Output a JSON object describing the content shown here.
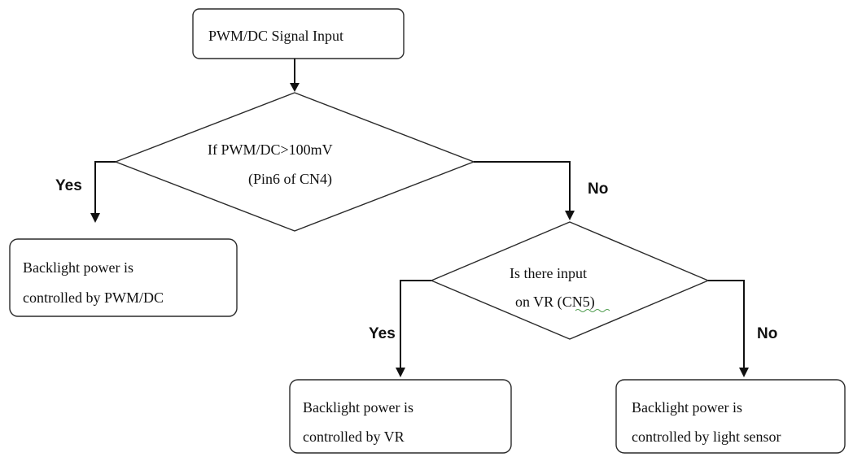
{
  "nodes": {
    "input": {
      "text": "PWM/DC Signal Input"
    },
    "decision1": {
      "line1": "If PWM/DC>100mV",
      "line2": "(Pin6 of CN4)"
    },
    "result_pwm": {
      "line1": "Backlight power is",
      "line2": "controlled by PWM/DC"
    },
    "decision2": {
      "line1": "Is there input",
      "line2_prefix": "on VR (",
      "line2_underlined": "CN5",
      "line2_suffix": ")"
    },
    "result_vr": {
      "line1": "Backlight power is",
      "line2": "controlled by VR"
    },
    "result_sensor": {
      "line1": "Backlight power is",
      "line2": "controlled by light sensor"
    }
  },
  "branches": {
    "d1_yes": "Yes",
    "d1_no": "No",
    "d2_yes": "Yes",
    "d2_no": "No"
  },
  "colors": {
    "stroke": "#2a2a2a",
    "spell_underline": "#4a9a4a"
  }
}
